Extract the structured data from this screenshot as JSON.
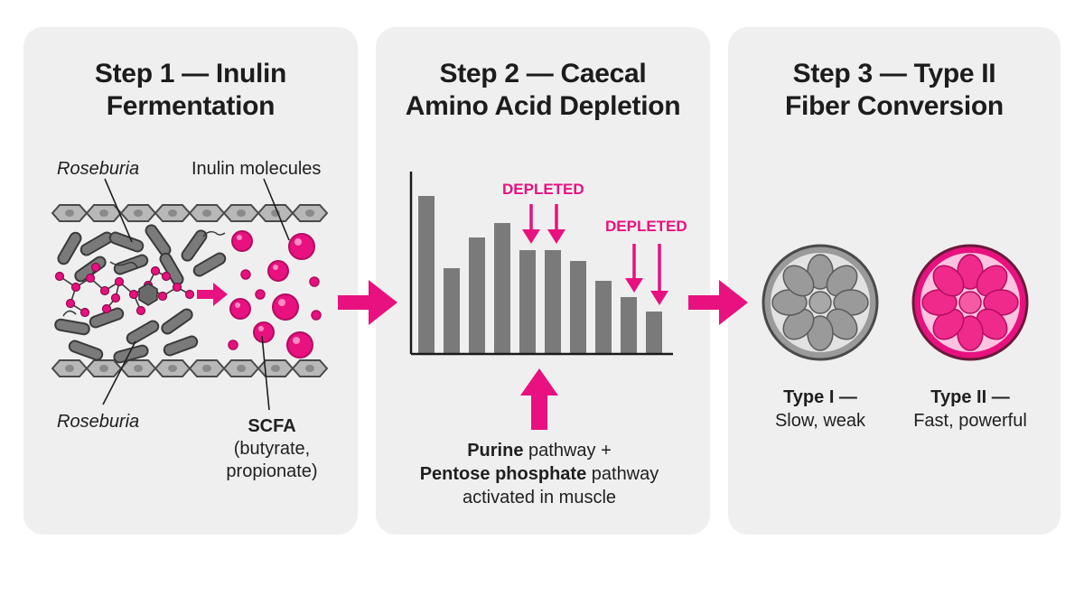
{
  "colors": {
    "accent": "#e8117f",
    "gray": "#7a7a7a",
    "panel": "#efefef",
    "text": "#1a1a1a"
  },
  "step1": {
    "title_line1": "Step 1 — Inulin",
    "title_line2": "Fermentation",
    "label_bacteria_top": "Roseburia",
    "label_inulin": "Inulin molecules",
    "label_bacteria_bottom": "Roseburia",
    "scfa_title": "SCFA",
    "scfa_line2": "(butyrate,",
    "scfa_line3": "propionate)"
  },
  "step2": {
    "title_line1": "Step 2 — Caecal",
    "title_line2": "Amino Acid Depletion",
    "depleted_label_1": "DEPLETED",
    "depleted_label_2": "DEPLETED",
    "purine_bold": "Purine",
    "purine_rest": " pathway +",
    "pentose_bold": "Pentose phosphate",
    "pentose_rest": " pathway",
    "activated": "activated in muscle"
  },
  "step3": {
    "title_line1": "Step 3 — Type II",
    "title_line2": "Fiber Conversion",
    "type1_title": "Type I —",
    "type1_desc": "Slow, weak",
    "type2_title": "Type II —",
    "type2_desc": "Fast, powerful"
  }
}
